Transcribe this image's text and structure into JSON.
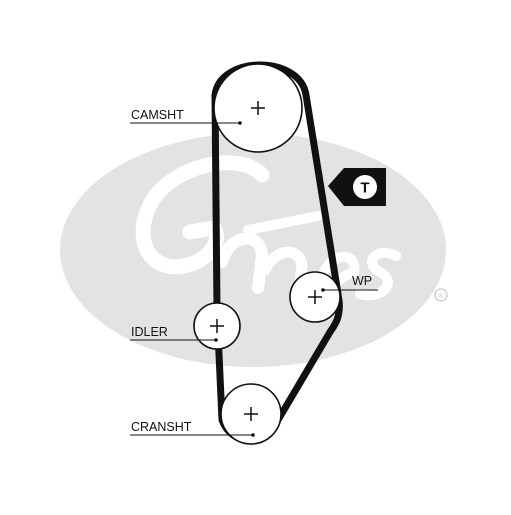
{
  "diagram": {
    "labels": {
      "camshaft": "CAMSHT",
      "idler": "IDLER",
      "crankshaft": "CRANSHT",
      "water_pump": "WP"
    },
    "tensioner_marker": "T",
    "watermark": {
      "brand_text": "Gates",
      "registered_mark": "®"
    },
    "colors": {
      "background": "#ffffff",
      "belt": "#111111",
      "watermark": "#e3e3e3",
      "ink": "#111111"
    }
  }
}
